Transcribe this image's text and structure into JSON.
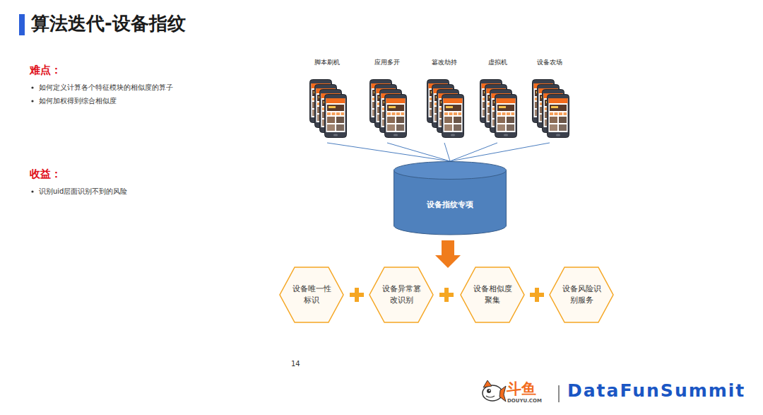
{
  "diagram": {
    "title": "算法迭代-设备指纹",
    "nodes": [
      {
        "text": [
          "脚本刷机"
        ]
      },
      {
        "text": [
          "应用多开"
        ]
      },
      {
        "text": [
          "篡改劫持"
        ]
      },
      {
        "text": [
          "虚拟机"
        ]
      },
      {
        "text": [
          "设备农场"
        ]
      },
      {
        "text": [
          "设备指纹专项"
        ]
      },
      {
        "text": [
          "设备唯一性标识"
        ]
      },
      {
        "text": [
          "设备异常篡改识别"
        ]
      },
      {
        "text": [
          "设备相似度聚集"
        ]
      },
      {
        "text": [
          "设备风险识别服务"
        ]
      }
    ],
    "edges": [
      {
        "from": 0,
        "to": 5,
        "arrow": "none"
      },
      {
        "from": 1,
        "to": 5,
        "arrow": "none"
      },
      {
        "from": 2,
        "to": 5,
        "arrow": "none"
      },
      {
        "from": 3,
        "to": 5,
        "arrow": "none"
      },
      {
        "from": 4,
        "to": 5,
        "arrow": "none"
      }
    ],
    "labels": [
      "难点：",
      "如何定义计算各个特征模块的相似度的算子",
      "如何加权得到综合相似度",
      "收益：",
      "识别uid层面识别不到的风险",
      "14",
      "斗鱼",
      "DOUYU.COM",
      "DataFunSummit"
    ]
  }
}
